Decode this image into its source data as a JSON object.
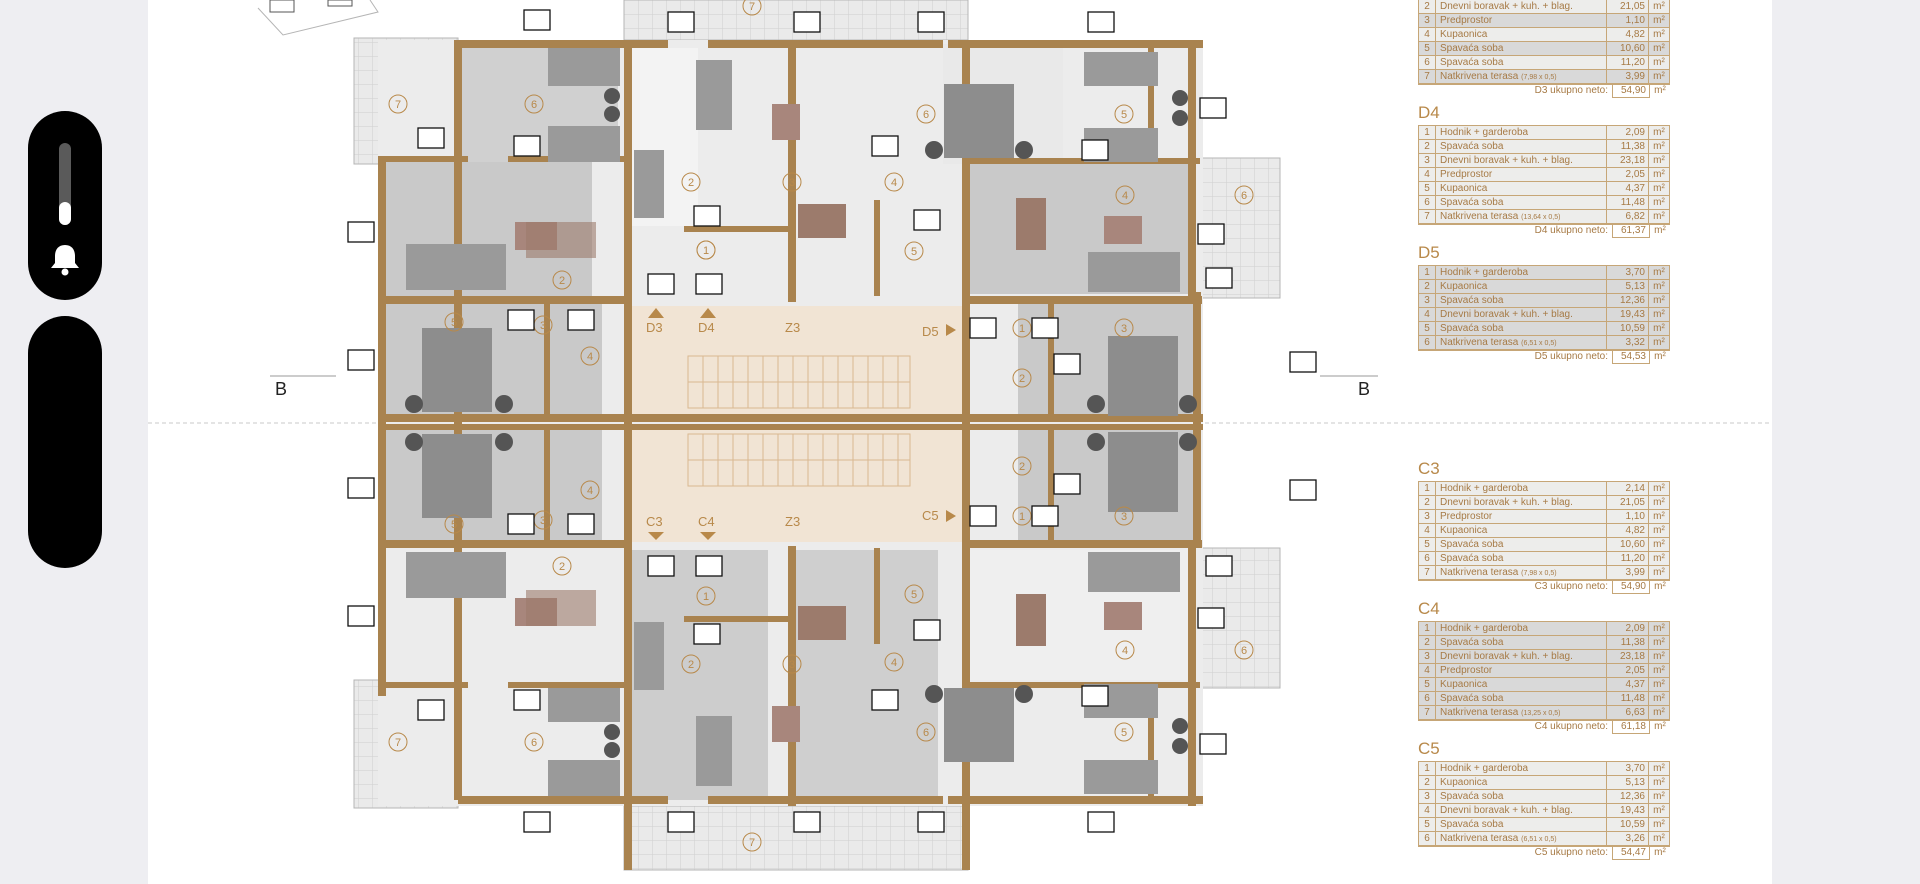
{
  "plan": {
    "stair_labels": {
      "upper": "Z3",
      "lower": "Z3"
    },
    "section_mark": "B",
    "unit_tags": {
      "d3": "D3",
      "d4": "D4",
      "d5": "D5",
      "c3": "C3",
      "c4": "C4",
      "c5": "C5"
    },
    "room_numbers": [
      "1",
      "2",
      "3",
      "4",
      "5",
      "6",
      "7"
    ]
  },
  "volume": {
    "level": 0.28
  },
  "tables": [
    {
      "name": "D3_partial",
      "title": "",
      "rows": [
        {
          "no": "2",
          "name": "Dnevni boravak + kuh. + blag.",
          "value": "21,05",
          "unit": "m²",
          "shade": "light"
        },
        {
          "no": "3",
          "name": "Predprostor",
          "value": "1,10",
          "unit": "m²",
          "shade": "dark"
        },
        {
          "no": "4",
          "name": "Kupaonica",
          "value": "4,82",
          "unit": "m²",
          "shade": "light"
        },
        {
          "no": "5",
          "name": "Spavaća soba",
          "value": "10,60",
          "unit": "m²",
          "shade": "dark"
        },
        {
          "no": "6",
          "name": "Spavaća soba",
          "value": "11,20",
          "unit": "m²",
          "shade": "light"
        },
        {
          "no": "7",
          "name": "Natkrivena terasa",
          "note": "(7,98 x 0,5)",
          "value": "3,99",
          "unit": "m²",
          "shade": "dark"
        }
      ],
      "total_label": "D3 ukupno neto:",
      "total_value": "54,90",
      "total_unit": "m²"
    },
    {
      "name": "D4",
      "title": "D4",
      "rows": [
        {
          "no": "1",
          "name": "Hodnik + garderoba",
          "value": "2,09",
          "unit": "m²",
          "shade": "light"
        },
        {
          "no": "2",
          "name": "Spavaća soba",
          "value": "11,38",
          "unit": "m²",
          "shade": "light"
        },
        {
          "no": "3",
          "name": "Dnevni boravak + kuh. + blag.",
          "value": "23,18",
          "unit": "m²",
          "shade": "light"
        },
        {
          "no": "4",
          "name": "Predprostor",
          "value": "2,05",
          "unit": "m²",
          "shade": "light"
        },
        {
          "no": "5",
          "name": "Kupaonica",
          "value": "4,37",
          "unit": "m²",
          "shade": "light"
        },
        {
          "no": "6",
          "name": "Spavaća soba",
          "value": "11,48",
          "unit": "m²",
          "shade": "light"
        },
        {
          "no": "7",
          "name": "Natkrivena terasa",
          "note": "(13,64 x 0,5)",
          "value": "6,82",
          "unit": "m²",
          "shade": "light"
        }
      ],
      "total_label": "D4 ukupno neto:",
      "total_value": "61,37",
      "total_unit": "m²"
    },
    {
      "name": "D5",
      "title": "D5",
      "rows": [
        {
          "no": "1",
          "name": "Hodnik + garderoba",
          "value": "3,70",
          "unit": "m²",
          "shade": "dark"
        },
        {
          "no": "2",
          "name": "Kupaonica",
          "value": "5,13",
          "unit": "m²",
          "shade": "dark"
        },
        {
          "no": "3",
          "name": "Spavaća soba",
          "value": "12,36",
          "unit": "m²",
          "shade": "dark"
        },
        {
          "no": "4",
          "name": "Dnevni boravak + kuh. + blag.",
          "value": "19,43",
          "unit": "m²",
          "shade": "dark"
        },
        {
          "no": "5",
          "name": "Spavaća soba",
          "value": "10,59",
          "unit": "m²",
          "shade": "dark"
        },
        {
          "no": "6",
          "name": "Natkrivena terasa",
          "note": "(6,51 x 0,5)",
          "value": "3,32",
          "unit": "m²",
          "shade": "dark"
        }
      ],
      "total_label": "D5 ukupno neto:",
      "total_value": "54,53",
      "total_unit": "m²"
    },
    {
      "name": "C3",
      "title": "C3",
      "rows": [
        {
          "no": "1",
          "name": "Hodnik + garderoba",
          "value": "2,14",
          "unit": "m²",
          "shade": "light"
        },
        {
          "no": "2",
          "name": "Dnevni boravak + kuh. + blag.",
          "value": "21,05",
          "unit": "m²",
          "shade": "light"
        },
        {
          "no": "3",
          "name": "Predprostor",
          "value": "1,10",
          "unit": "m²",
          "shade": "light"
        },
        {
          "no": "4",
          "name": "Kupaonica",
          "value": "4,82",
          "unit": "m²",
          "shade": "light"
        },
        {
          "no": "5",
          "name": "Spavaća soba",
          "value": "10,60",
          "unit": "m²",
          "shade": "light"
        },
        {
          "no": "6",
          "name": "Spavaća soba",
          "value": "11,20",
          "unit": "m²",
          "shade": "light"
        },
        {
          "no": "7",
          "name": "Natkrivena terasa",
          "note": "(7,98 x 0,5)",
          "value": "3,99",
          "unit": "m²",
          "shade": "light"
        }
      ],
      "total_label": "C3 ukupno neto:",
      "total_value": "54,90",
      "total_unit": "m²"
    },
    {
      "name": "C4",
      "title": "C4",
      "rows": [
        {
          "no": "1",
          "name": "Hodnik + garderoba",
          "value": "2,09",
          "unit": "m²",
          "shade": "dark"
        },
        {
          "no": "2",
          "name": "Spavaća soba",
          "value": "11,38",
          "unit": "m²",
          "shade": "dark"
        },
        {
          "no": "3",
          "name": "Dnevni boravak + kuh. + blag.",
          "value": "23,18",
          "unit": "m²",
          "shade": "dark"
        },
        {
          "no": "4",
          "name": "Predprostor",
          "value": "2,05",
          "unit": "m²",
          "shade": "dark"
        },
        {
          "no": "5",
          "name": "Kupaonica",
          "value": "4,37",
          "unit": "m²",
          "shade": "dark"
        },
        {
          "no": "6",
          "name": "Spavaća soba",
          "value": "11,48",
          "unit": "m²",
          "shade": "dark"
        },
        {
          "no": "7",
          "name": "Natkrivena terasa",
          "note": "(13,25 x 0,5)",
          "value": "6,63",
          "unit": "m²",
          "shade": "dark"
        }
      ],
      "total_label": "C4 ukupno neto:",
      "total_value": "61,18",
      "total_unit": "m²"
    },
    {
      "name": "C5",
      "title": "C5",
      "rows": [
        {
          "no": "1",
          "name": "Hodnik + garderoba",
          "value": "3,70",
          "unit": "m²",
          "shade": "light"
        },
        {
          "no": "2",
          "name": "Kupaonica",
          "value": "5,13",
          "unit": "m²",
          "shade": "light"
        },
        {
          "no": "3",
          "name": "Spavaća soba",
          "value": "12,36",
          "unit": "m²",
          "shade": "light"
        },
        {
          "no": "4",
          "name": "Dnevni boravak + kuh. + blag.",
          "value": "19,43",
          "unit": "m²",
          "shade": "light"
        },
        {
          "no": "5",
          "name": "Spavaća soba",
          "value": "10,59",
          "unit": "m²",
          "shade": "light"
        },
        {
          "no": "6",
          "name": "Natkrivena terasa",
          "note": "(6,51 x 0,5)",
          "value": "3,26",
          "unit": "m²",
          "shade": "light"
        }
      ],
      "total_label": "C5 ukupno neto:",
      "total_value": "54,47",
      "total_unit": "m²"
    }
  ]
}
